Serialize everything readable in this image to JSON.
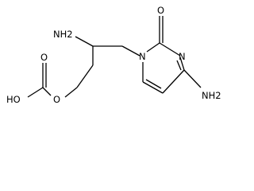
{
  "molecule": {
    "atom_labels": {
      "amine_side_chain": "NH2",
      "ring_nitrogen_1": "N",
      "carbonyl_oxygen": "O",
      "ring_nitrogen_3": "N",
      "amine_ring": "NH2",
      "ether_oxygen": "O",
      "carbonyl_oxygen_acid": "O",
      "hydroxyl": "HO"
    }
  }
}
